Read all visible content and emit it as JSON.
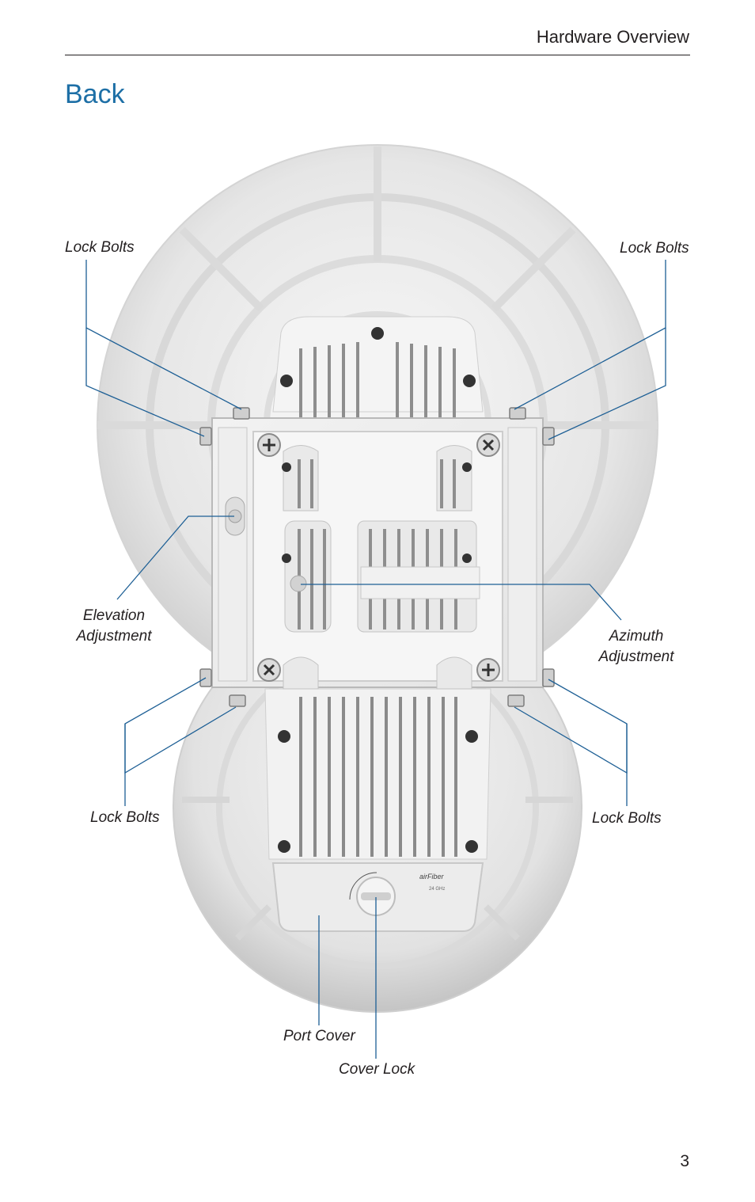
{
  "header": {
    "title": "Hardware Overview"
  },
  "section": {
    "title": "Back"
  },
  "callouts": {
    "lock_bolts_top_left": "Lock Bolts",
    "lock_bolts_top_right": "Lock Bolts",
    "elevation_line1": "Elevation",
    "elevation_line2": "Adjustment",
    "azimuth_line1": "Azimuth",
    "azimuth_line2": "Adjustment",
    "lock_bolts_bottom_left": "Lock Bolts",
    "lock_bolts_bottom_right": "Lock Bolts",
    "port_cover": "Port Cover",
    "cover_lock": "Cover Lock"
  },
  "device_label": {
    "brand": "airFiber",
    "model": "24 GHz"
  },
  "page_number": "3",
  "colors": {
    "accent": "#1d6fa6",
    "leader": "#1d5f95",
    "text": "#231f20"
  }
}
